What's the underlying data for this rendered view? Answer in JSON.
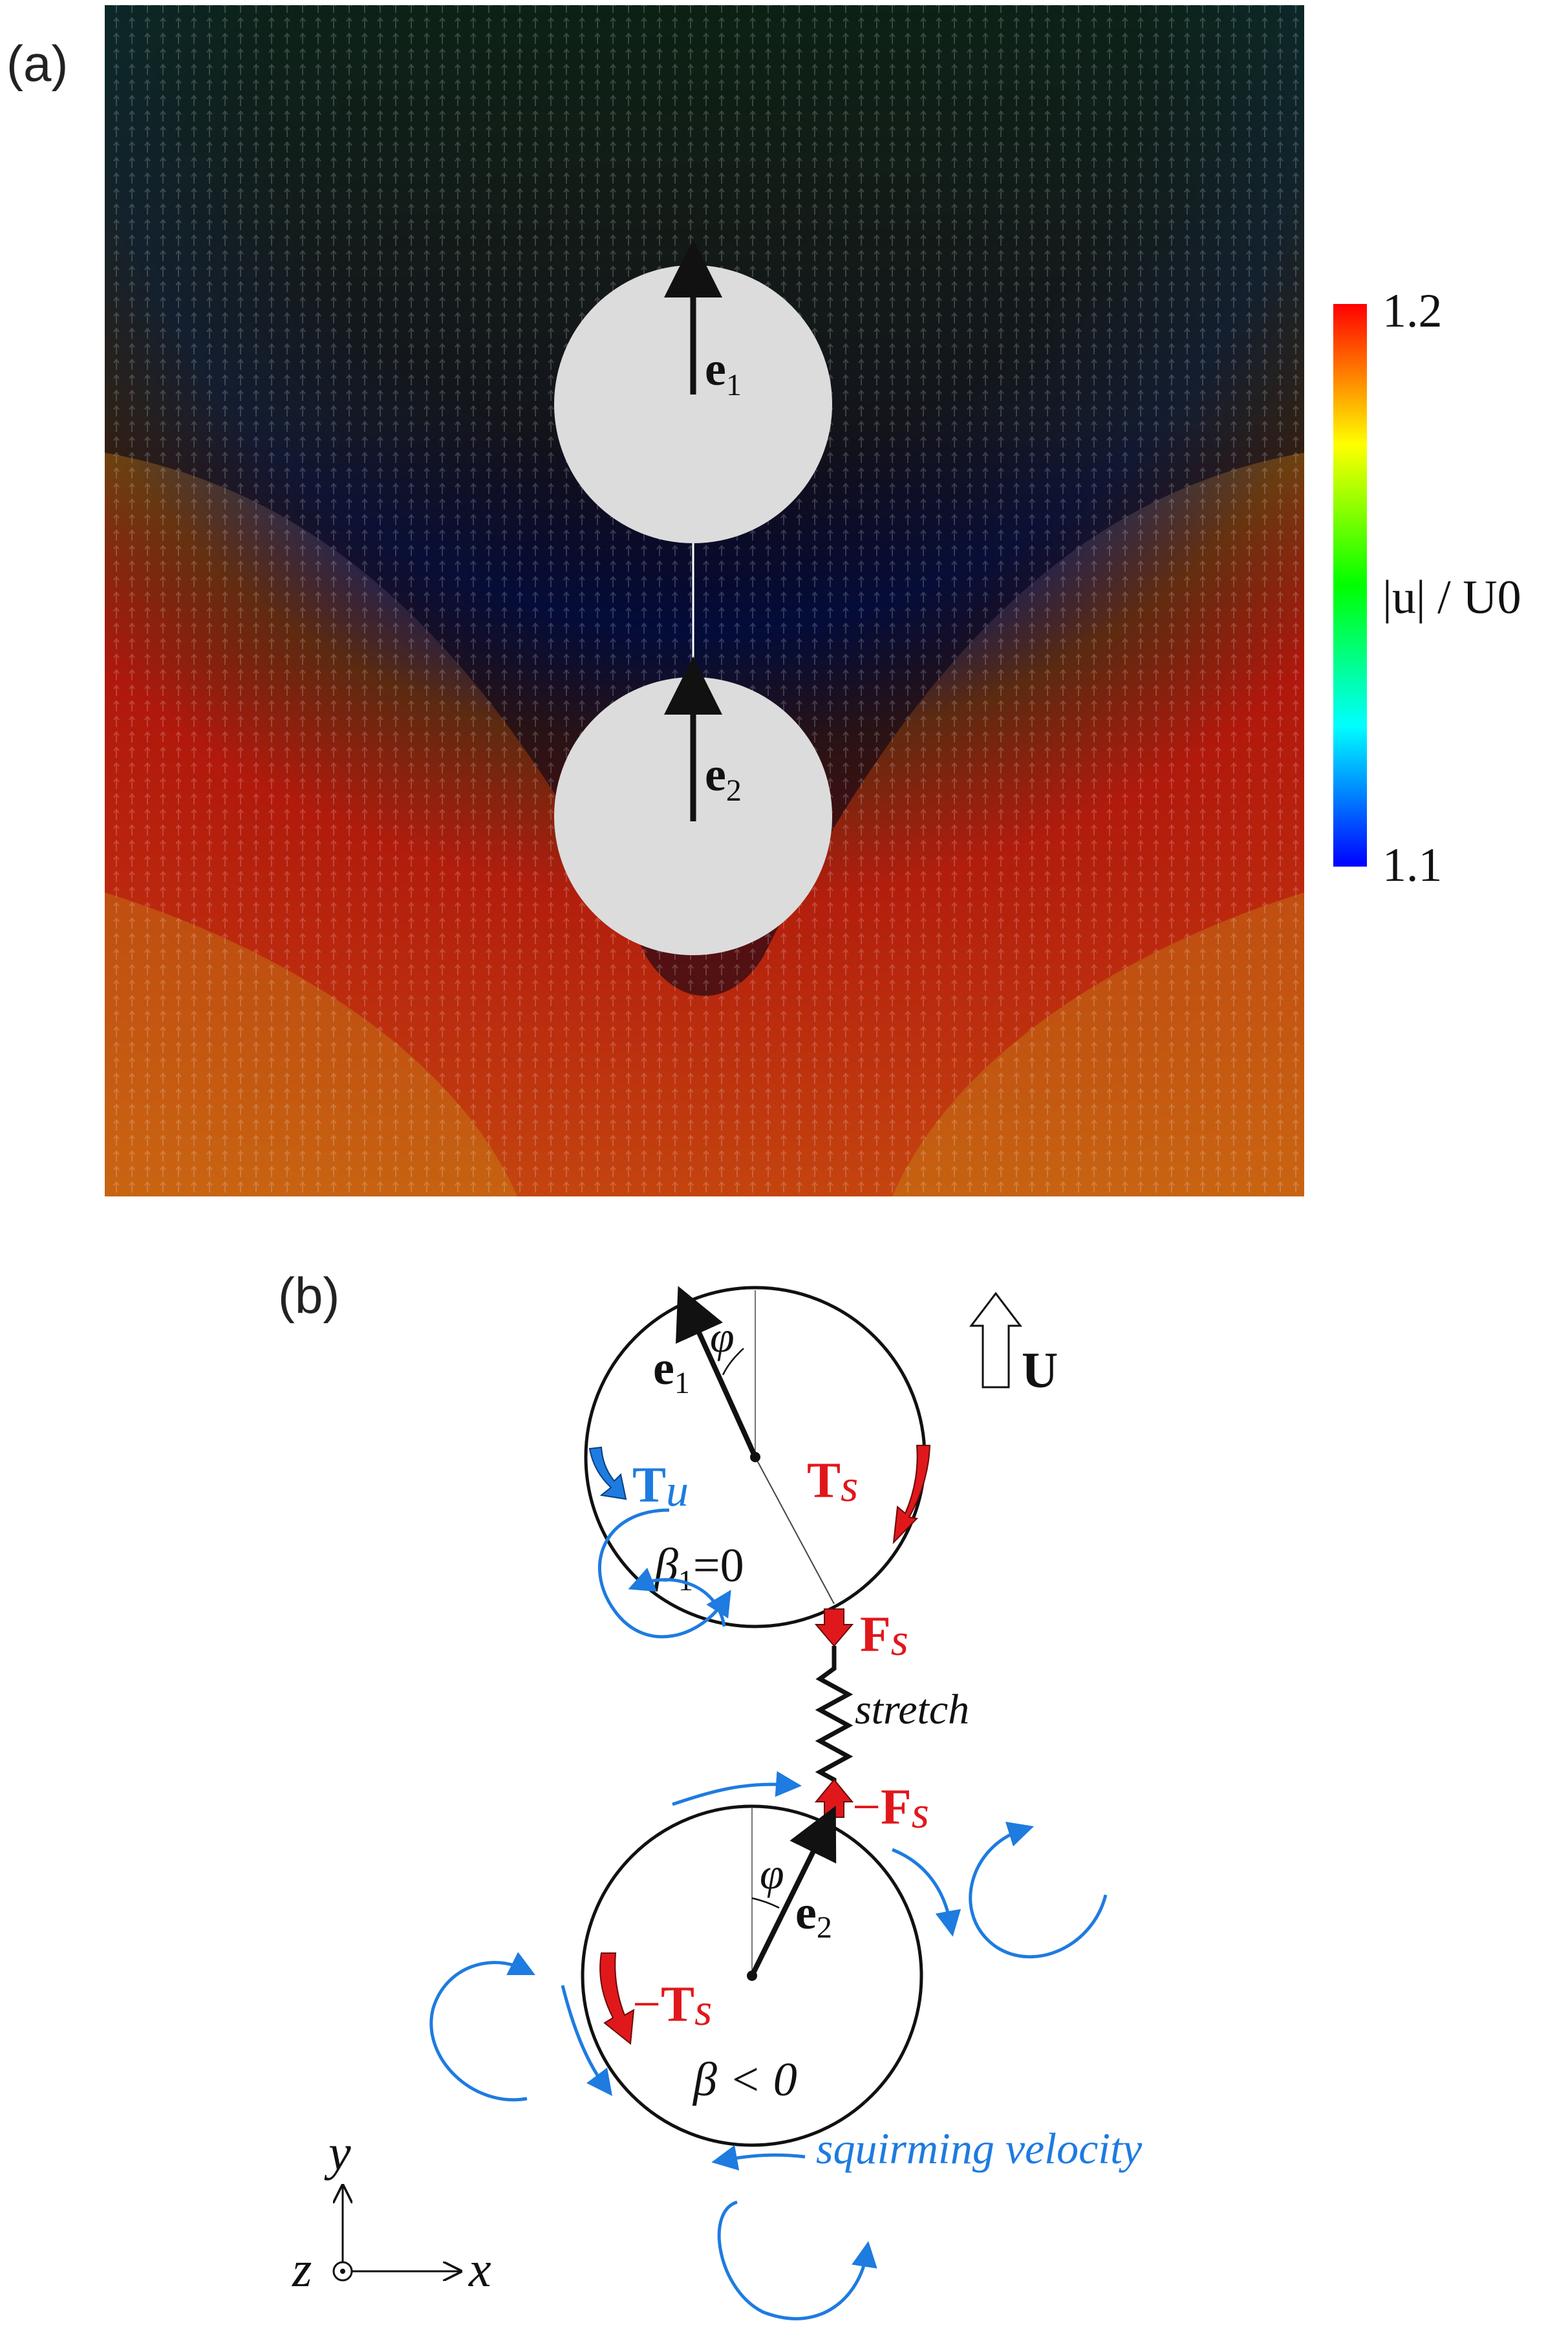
{
  "panel_a": {
    "label": "(a)",
    "sphere_top_label": {
      "base": "e",
      "sub": "1"
    },
    "sphere_bottom_label": {
      "base": "e",
      "sub": "2"
    },
    "colorbar": {
      "max_label": "1.2",
      "min_label": "1.1",
      "quantity_label": "|u| / U0",
      "range": [
        1.1,
        1.2
      ],
      "colormap": [
        "#0000ff",
        "#00ffff",
        "#00ff00",
        "#ffff00",
        "#ff0000"
      ]
    }
  },
  "panel_b": {
    "label": "(b)",
    "e1": {
      "base": "e",
      "sub": "1"
    },
    "e2": {
      "base": "e",
      "sub": "2"
    },
    "phi_top": "φ",
    "phi_bottom": "φ",
    "U": "U",
    "Tu": {
      "base": "T",
      "sub": "u"
    },
    "Ts": {
      "base": "T",
      "sub": "s"
    },
    "beta1": {
      "base": "β",
      "sub": "1",
      "rest": "=0"
    },
    "Fs": {
      "base": "F",
      "sub": "s"
    },
    "minus_Fs": {
      "sign": "−",
      "base": "F",
      "sub": "s"
    },
    "stretch": "stretch",
    "minus_Ts": {
      "sign": "−",
      "base": "T",
      "sub": "s"
    },
    "beta": "β < 0",
    "squirming": "squirming velocity",
    "axes": {
      "y": "y",
      "x": "x",
      "z": "z"
    }
  },
  "colors": {
    "field_dark": "#000000",
    "sphere_fill": "#dcdcdc",
    "force_red": "#e0181c",
    "flow_blue": "#1e7be0",
    "label_black": "#111111"
  }
}
